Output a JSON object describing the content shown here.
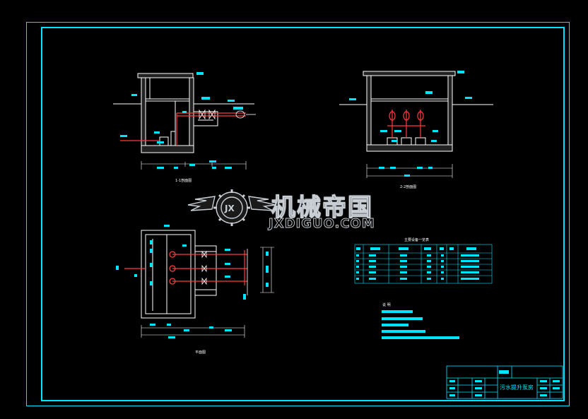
{
  "drawing": {
    "section_1_caption": "1-1剖面图",
    "section_2_caption": "2-2剖面图",
    "plan_caption": "平面图",
    "table_title": "主要设备一览表",
    "notes_title": "说 明",
    "title_block_name": "污水提升泵房",
    "watermark_cn": "机械帝国",
    "watermark_en": "JXDIGUO.COM",
    "watermark_badge": "JX"
  },
  "colors": {
    "background": "#000000",
    "frame": "#00e5ff",
    "structure": "#ffffff",
    "pipe": "#ff3b3b",
    "annotation": "#00e5ff",
    "watermark": "#c9cfd4"
  },
  "icons": {
    "watermark": "winged-gear-logo-icon",
    "pump": "pump-icon",
    "valve": "valve-icon"
  }
}
